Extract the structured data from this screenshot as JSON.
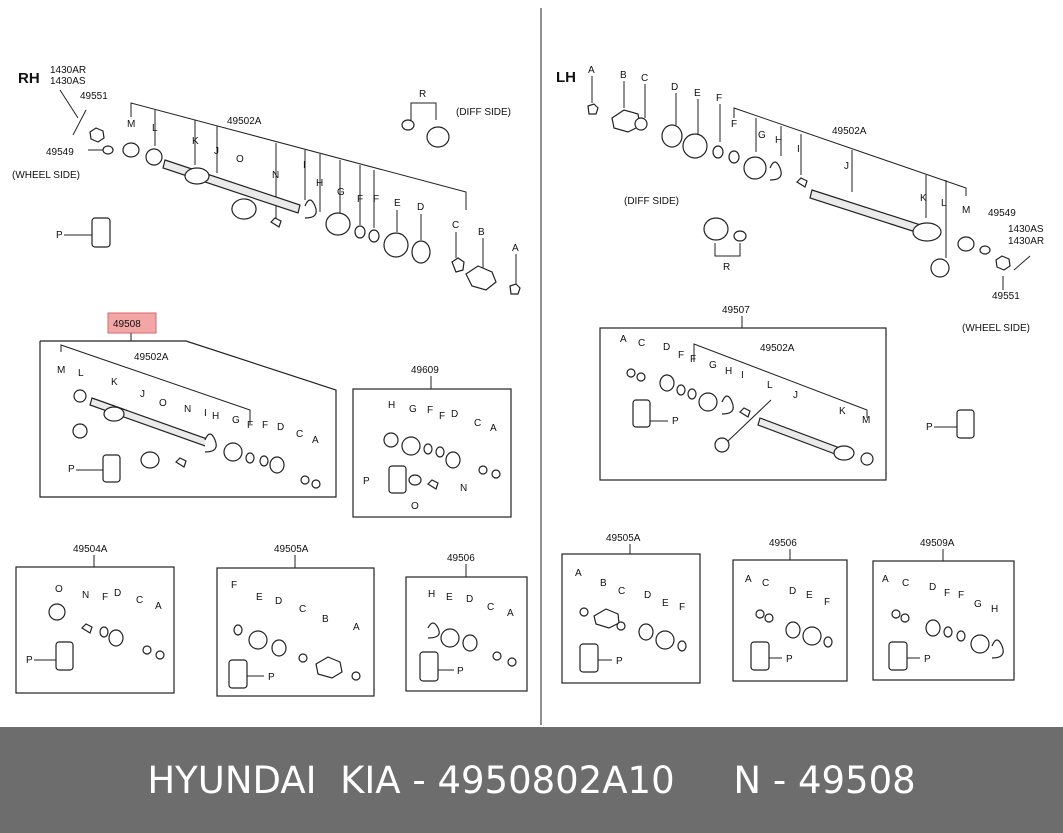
{
  "diagram": {
    "highlight_color": "#f4a6a6",
    "rh": {
      "side": "RH",
      "codes": [
        "1430AR",
        "1430AS"
      ],
      "nut_code": "49551",
      "washer_code": "49549",
      "wheel_side": "(WHEEL SIDE)",
      "diff_side": "(DIFF SIDE)",
      "shaft_code": "49502A",
      "letters": {
        "M": "M",
        "L": "L",
        "K": "K",
        "J": "J",
        "O": "O",
        "N": "N",
        "I": "I",
        "H": "H",
        "G": "G",
        "F": "F",
        "E": "E",
        "D": "D",
        "C": "C",
        "B": "B",
        "A": "A",
        "P": "P",
        "R": "R"
      }
    },
    "lh": {
      "side": "LH",
      "codes": [
        "1430AS",
        "1430AR"
      ],
      "nut_code": "49551",
      "washer_code": "49549",
      "wheel_side": "(WHEEL SIDE)",
      "diff_side": "(DIFF SIDE)",
      "shaft_code": "49502A"
    },
    "boxes": {
      "b49508": {
        "title": "49508",
        "shaft_code": "49502A"
      },
      "b49609": {
        "title": "49609"
      },
      "b49507": {
        "title": "49507",
        "shaft_code": "49502A"
      },
      "b49504A": {
        "title": "49504A"
      },
      "b49505A_left": {
        "title": "49505A"
      },
      "b49506_left": {
        "title": "49506"
      },
      "b49505A_right": {
        "title": "49505A"
      },
      "b49506_right": {
        "title": "49506"
      },
      "b49509A": {
        "title": "49509A"
      }
    }
  },
  "footer": {
    "text": "HYUNDAI  KIA - 4950802A10     N - 49508"
  }
}
